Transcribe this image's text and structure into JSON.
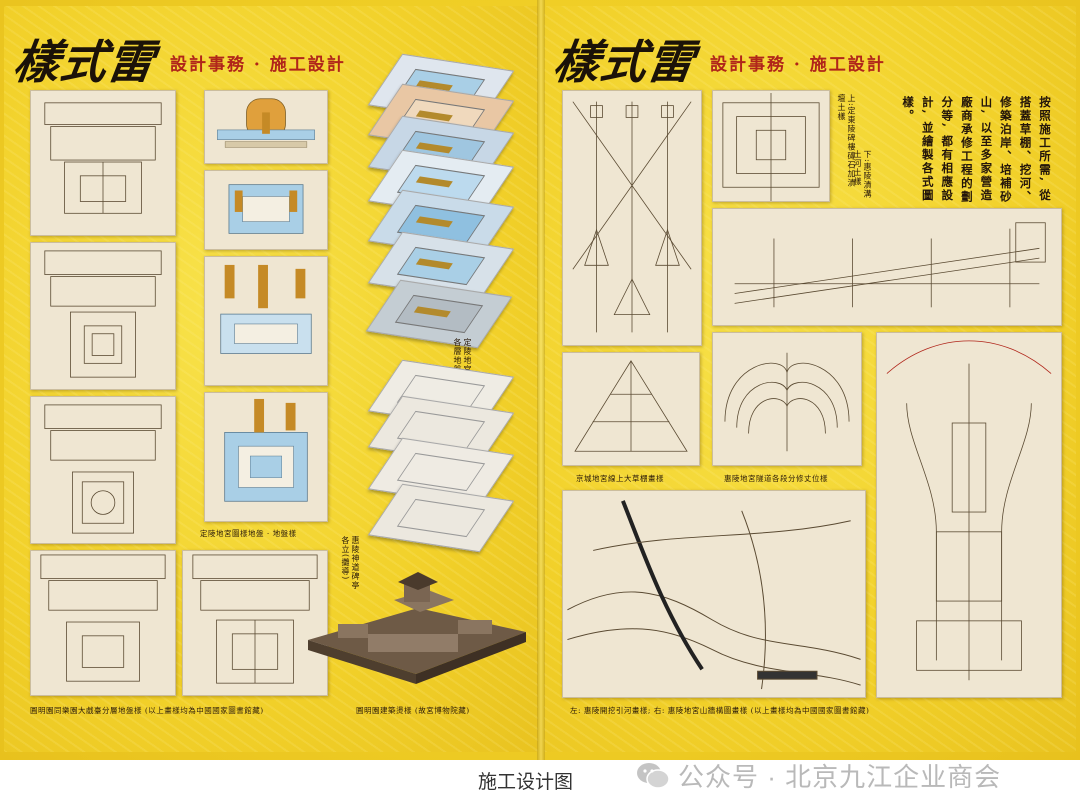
{
  "left_page": {
    "brand": "樣式雷",
    "subtitle": "設計事務 · 施工設計",
    "caption_layers_top": "定陵地宮圖樣樣各層地盤(攤導)",
    "caption_plan_colored": "定陵地宮圖樣地盤 · 地盤樣",
    "caption_layers_bottom": "惠陵神道碑亭各立(攤導)",
    "caption_bottom_left": "圓明園同樂園大戲臺分層地盤樣  (以上畫樣均為中國國家圖書館藏)",
    "caption_bottom_right": "圓明園建築燙樣  (故宮博物院藏)"
  },
  "right_page": {
    "brand": "樣式雷",
    "subtitle": "設計事務 · 施工設計",
    "note_top": "上:定東陵碑樓磚石加漬壇土樣",
    "note_bottom": "下:惠陵漬溝土河土樣",
    "description": "按照施工所需, 從搭蓋草棚、挖河、修築泊岸、培補砂山, 以至多家營造廠商承修工程的劃分等, 都有相應設計, 並繪製各式圖樣。",
    "caption_triangle": "京城地宮線上大草棚畫樣",
    "caption_mound": "惠陵地宮隧道各段分修丈位樣",
    "caption_bottom": "左: 惠陵開挖引河畫樣; 右: 惠陵地宮山牆構圖畫樣  (以上畫樣均為中國國家圖書館藏)"
  },
  "footer": {
    "caption": "施工设计图",
    "watermark": "公众号 · 北京九江企业商会"
  },
  "icons": {
    "watermark_icon": "wechat-icon"
  },
  "colors": {
    "page_yellow": "#f2d12a",
    "title_red": "#b0251a",
    "paper": "#efe6d2"
  }
}
